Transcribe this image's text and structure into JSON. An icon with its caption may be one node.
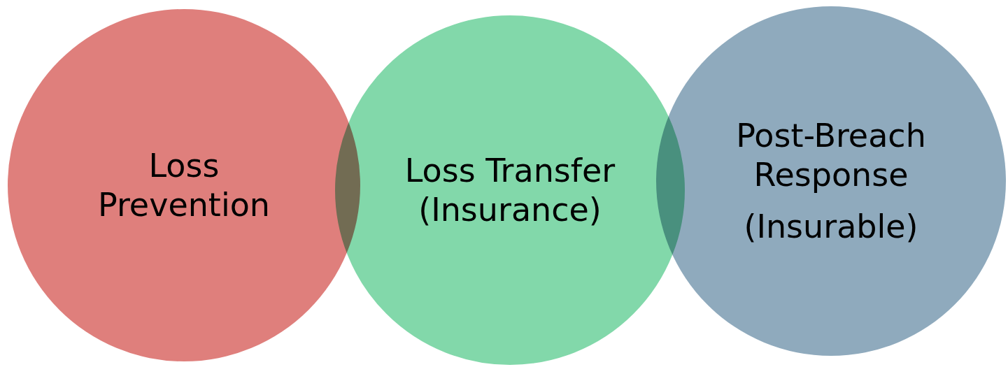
{
  "diagram": {
    "nodes": [
      {
        "text": [
          "Loss Prevention"
        ]
      },
      {
        "text": [
          "Loss Transfer (Insurance)"
        ]
      },
      {
        "text": [
          "Post-Breach Response",
          "(Insurable)"
        ]
      }
    ]
  }
}
